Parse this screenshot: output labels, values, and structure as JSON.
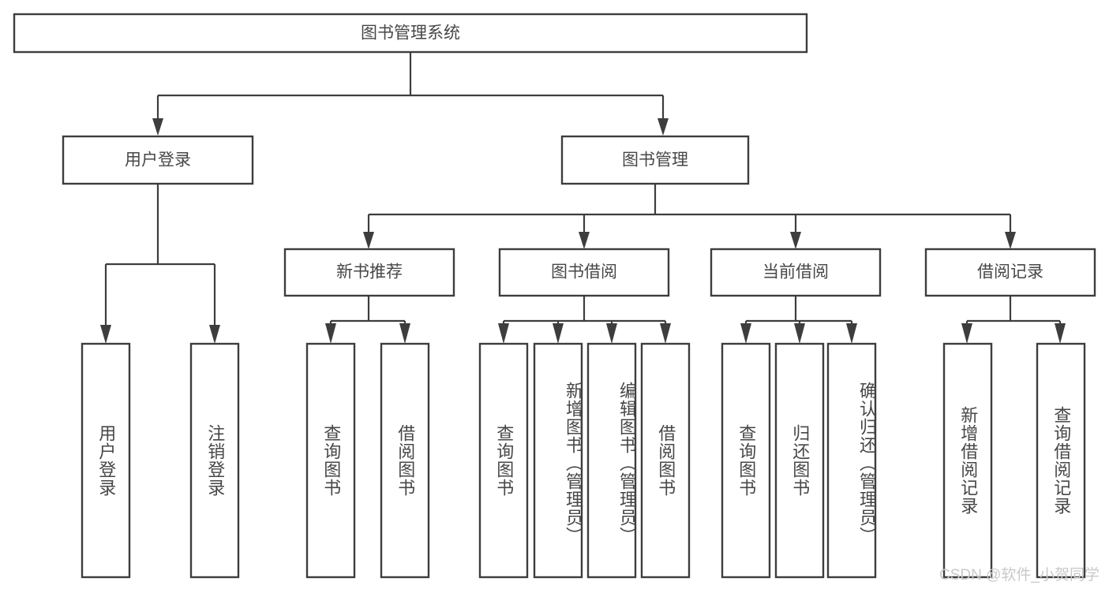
{
  "diagram": {
    "title": "图书管理系统",
    "watermark": "CSDN @软件_小贺同学",
    "orientation": "top-down tree",
    "colors": {
      "background": "#ffffff",
      "box_fill": "#ffffff",
      "box_stroke": "#3d3d3d",
      "text": "#474747",
      "watermark": "#c9c9c9"
    },
    "root": {
      "label": "图书管理系统"
    },
    "level2": [
      {
        "label": "用户登录"
      },
      {
        "label": "图书管理"
      }
    ],
    "level3": [
      {
        "label": "新书推荐"
      },
      {
        "label": "图书借阅"
      },
      {
        "label": "当前借阅"
      },
      {
        "label": "借阅记录"
      }
    ],
    "leaves": {
      "user_login": [
        {
          "label": "用户登录"
        },
        {
          "label": "注销登录"
        }
      ],
      "new_book_recommend": [
        {
          "label": "查询图书"
        },
        {
          "label": "借阅图书"
        }
      ],
      "book_borrow": [
        {
          "label": "查询图书"
        },
        {
          "label": "新增图书（管理员）"
        },
        {
          "label": "编辑图书（管理员）"
        },
        {
          "label": "借阅图书"
        }
      ],
      "current_borrow": [
        {
          "label": "查询图书"
        },
        {
          "label": "归还图书"
        },
        {
          "label": "确认归还（管理员）"
        }
      ],
      "borrow_record": [
        {
          "label": "新增借阅记录"
        },
        {
          "label": "查询借阅记录"
        }
      ]
    }
  }
}
